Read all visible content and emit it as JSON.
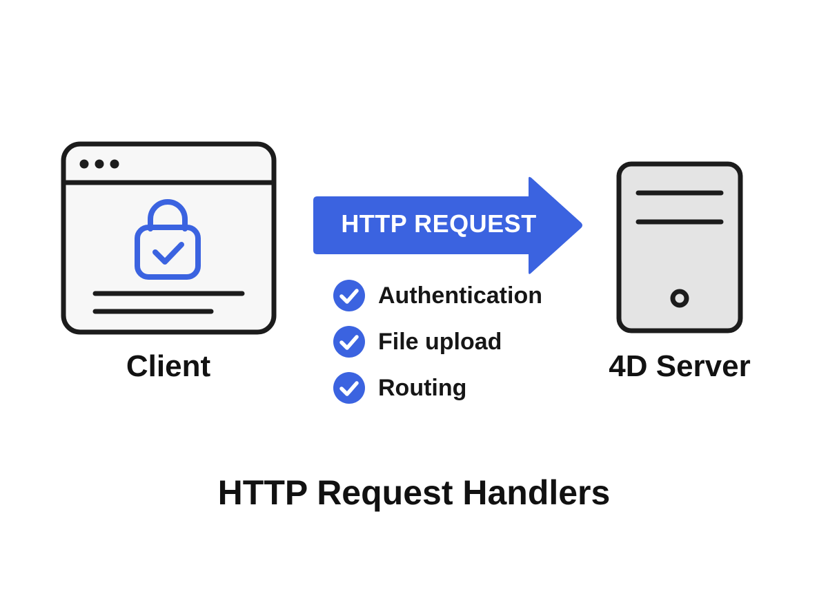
{
  "client": {
    "label": "Client"
  },
  "request": {
    "label": "HTTP REQUEST"
  },
  "features": [
    {
      "label": "Authentication"
    },
    {
      "label": "File upload"
    },
    {
      "label": "Routing"
    }
  ],
  "server": {
    "label": "4D Server"
  },
  "title": "HTTP Request Handlers",
  "colors": {
    "accent": "#3b63e0",
    "outline": "#1c1c1c",
    "window_fill": "#f7f7f7",
    "server_fill": "#e4e4e4"
  },
  "icons": {
    "client": "browser-window-lock-icon",
    "server": "server-tower-icon",
    "feature": "check-circle-icon"
  }
}
